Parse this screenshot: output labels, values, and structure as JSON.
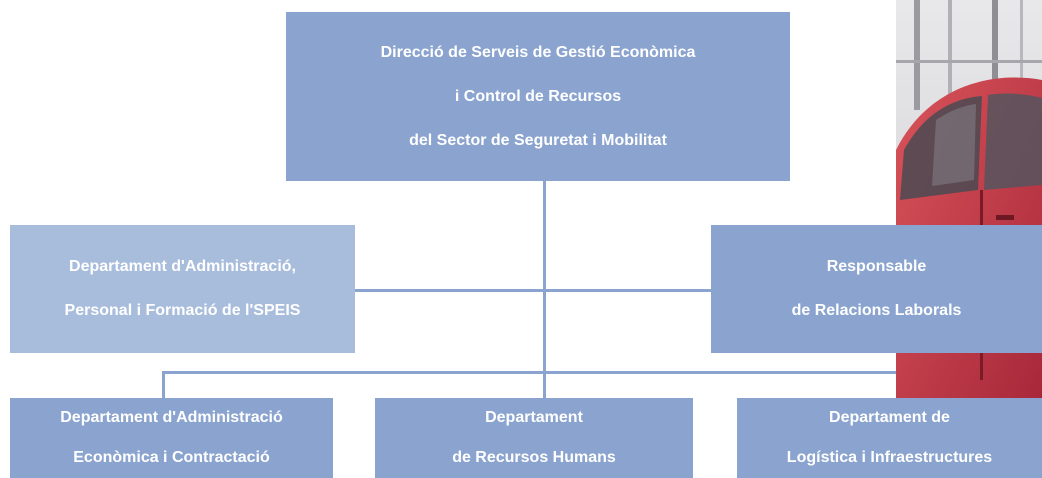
{
  "chart": {
    "top": {
      "lines": [
        "Direcció de Serveis de Gestió Econòmica",
        "i Control de Recursos",
        "del Sector de Seguretat i Mobilitat"
      ]
    },
    "side_left": {
      "lines": [
        "Departament d'Administració,",
        "Personal i Formació de l'SPEIS"
      ]
    },
    "side_right": {
      "lines": [
        "Responsable",
        "de Relacions Laborals"
      ]
    },
    "bottom": [
      {
        "lines": [
          "Departament d'Administració",
          "Econòmica i Contractació"
        ]
      },
      {
        "lines": [
          "Departament",
          "de Recursos Humans"
        ]
      },
      {
        "lines": [
          "Departament de",
          "Logística i Infraestructures"
        ]
      }
    ]
  },
  "colors": {
    "box_primary": "#8aa4cf",
    "box_secondary": "#a8bcdc",
    "connector": "#8aa4cf",
    "text": "#ffffff"
  }
}
